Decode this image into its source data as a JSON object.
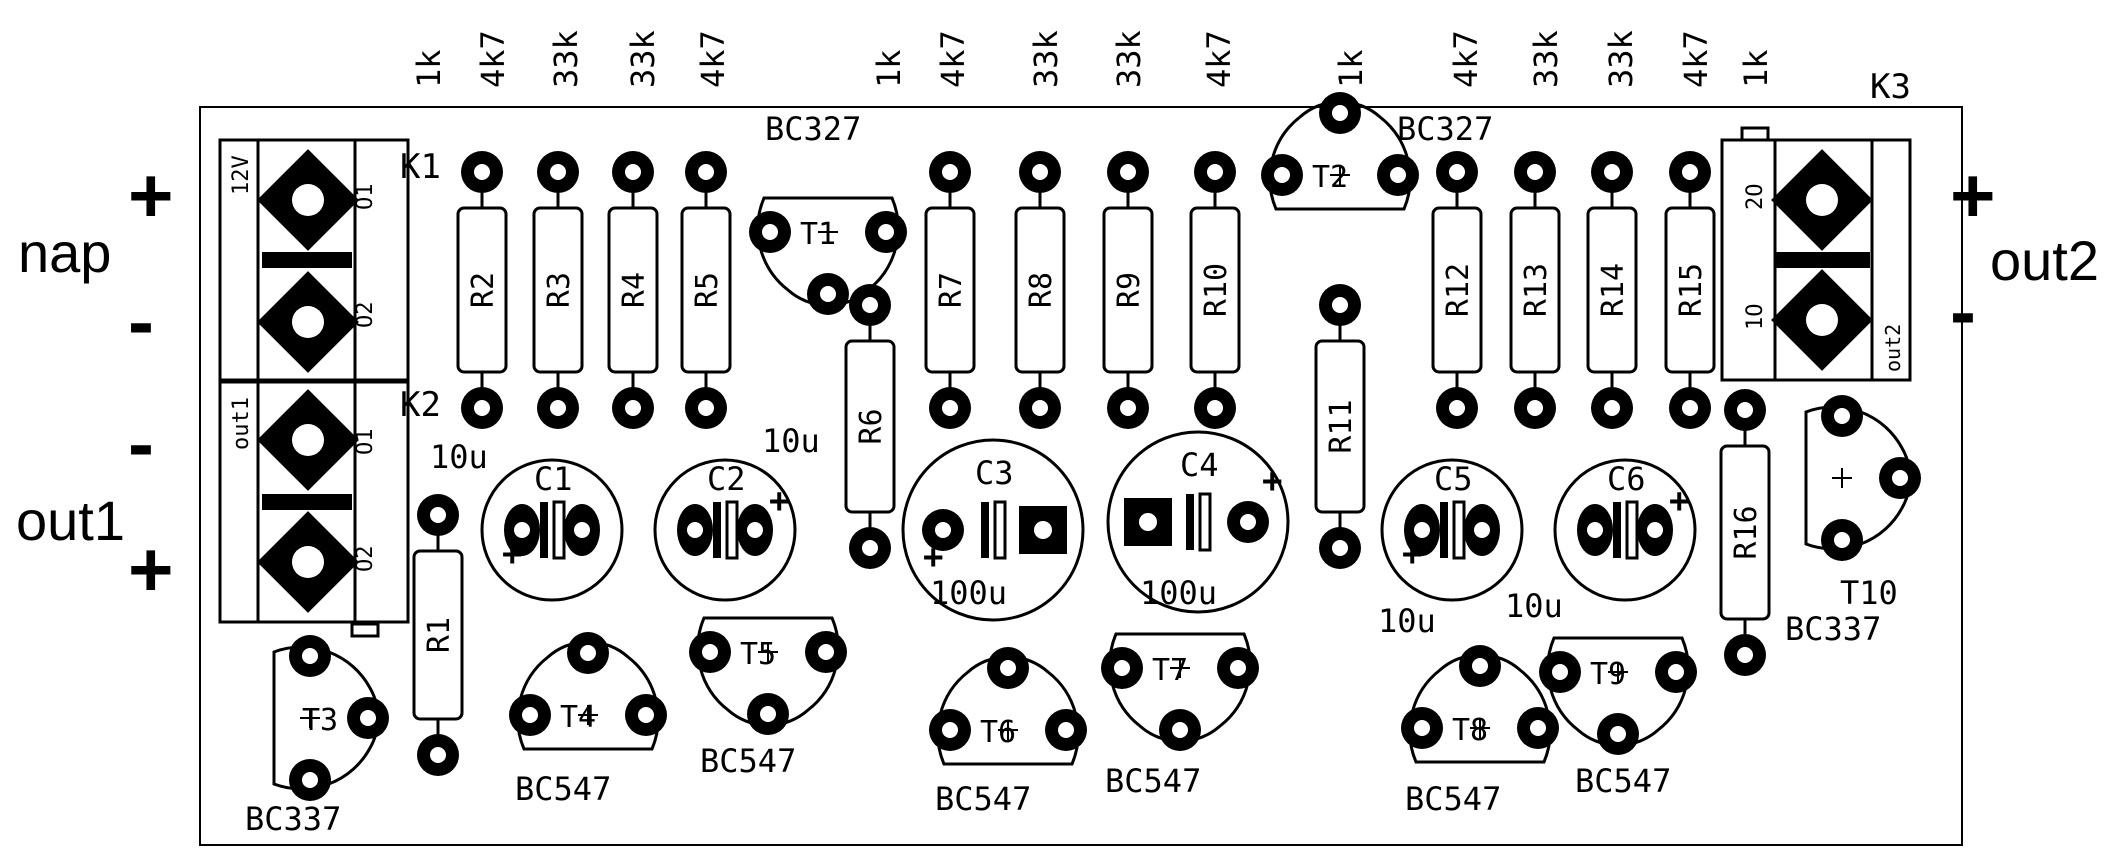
{
  "connectors": [
    {
      "name": "K1"
    },
    {
      "name": "K2"
    },
    {
      "name": "K3"
    }
  ],
  "connector_markings": {
    "k1_voltage": "12V",
    "k2_label": "out1",
    "k3_label": "out2",
    "pin1": "O1",
    "pin2": "O2",
    "k3_pin1": "1O",
    "k3_pin2": "2O"
  },
  "edge_labels": {
    "nap": "nap",
    "out1": "out1",
    "out2": "out2",
    "plus": "+",
    "minus": "-"
  },
  "resistors": [
    {
      "ref": "R1",
      "value": ""
    },
    {
      "ref": "R2",
      "value": "1k"
    },
    {
      "ref": "R3",
      "value": "4k7"
    },
    {
      "ref": "R4",
      "value": "33k"
    },
    {
      "ref": "R5",
      "value": "33k"
    },
    {
      "ref": "R6",
      "value": "4k7"
    },
    {
      "ref": "R7",
      "value": "1k"
    },
    {
      "ref": "R8",
      "value": "4k7"
    },
    {
      "ref": "R9",
      "value": "33k"
    },
    {
      "ref": "R10",
      "value": "33k"
    },
    {
      "ref": "R11",
      "value": "4k7"
    },
    {
      "ref": "R12",
      "value": "1k"
    },
    {
      "ref": "R13",
      "value": "4k7"
    },
    {
      "ref": "R14",
      "value": "33k"
    },
    {
      "ref": "R15",
      "value": "33k"
    },
    {
      "ref": "R16",
      "value": "4k7"
    },
    {
      "ref": "",
      "value": "1k"
    }
  ],
  "capacitors": [
    {
      "ref": "C1",
      "value": "10u"
    },
    {
      "ref": "C2",
      "value": "10u"
    },
    {
      "ref": "C3",
      "value": "100u"
    },
    {
      "ref": "C4",
      "value": "100u"
    },
    {
      "ref": "C5",
      "value": "10u"
    },
    {
      "ref": "C6",
      "value": "10u"
    }
  ],
  "transistors": [
    {
      "ref": "T1",
      "type": "BC327"
    },
    {
      "ref": "T2",
      "type": "BC327"
    },
    {
      "ref": "T3",
      "type": "BC337"
    },
    {
      "ref": "T4",
      "type": "BC547"
    },
    {
      "ref": "T5",
      "type": "BC547"
    },
    {
      "ref": "T6",
      "type": "BC547"
    },
    {
      "ref": "T7",
      "type": "BC547"
    },
    {
      "ref": "T8",
      "type": "BC547"
    },
    {
      "ref": "T9",
      "type": "BC547"
    },
    {
      "ref": "T10",
      "type": "BC337"
    }
  ]
}
